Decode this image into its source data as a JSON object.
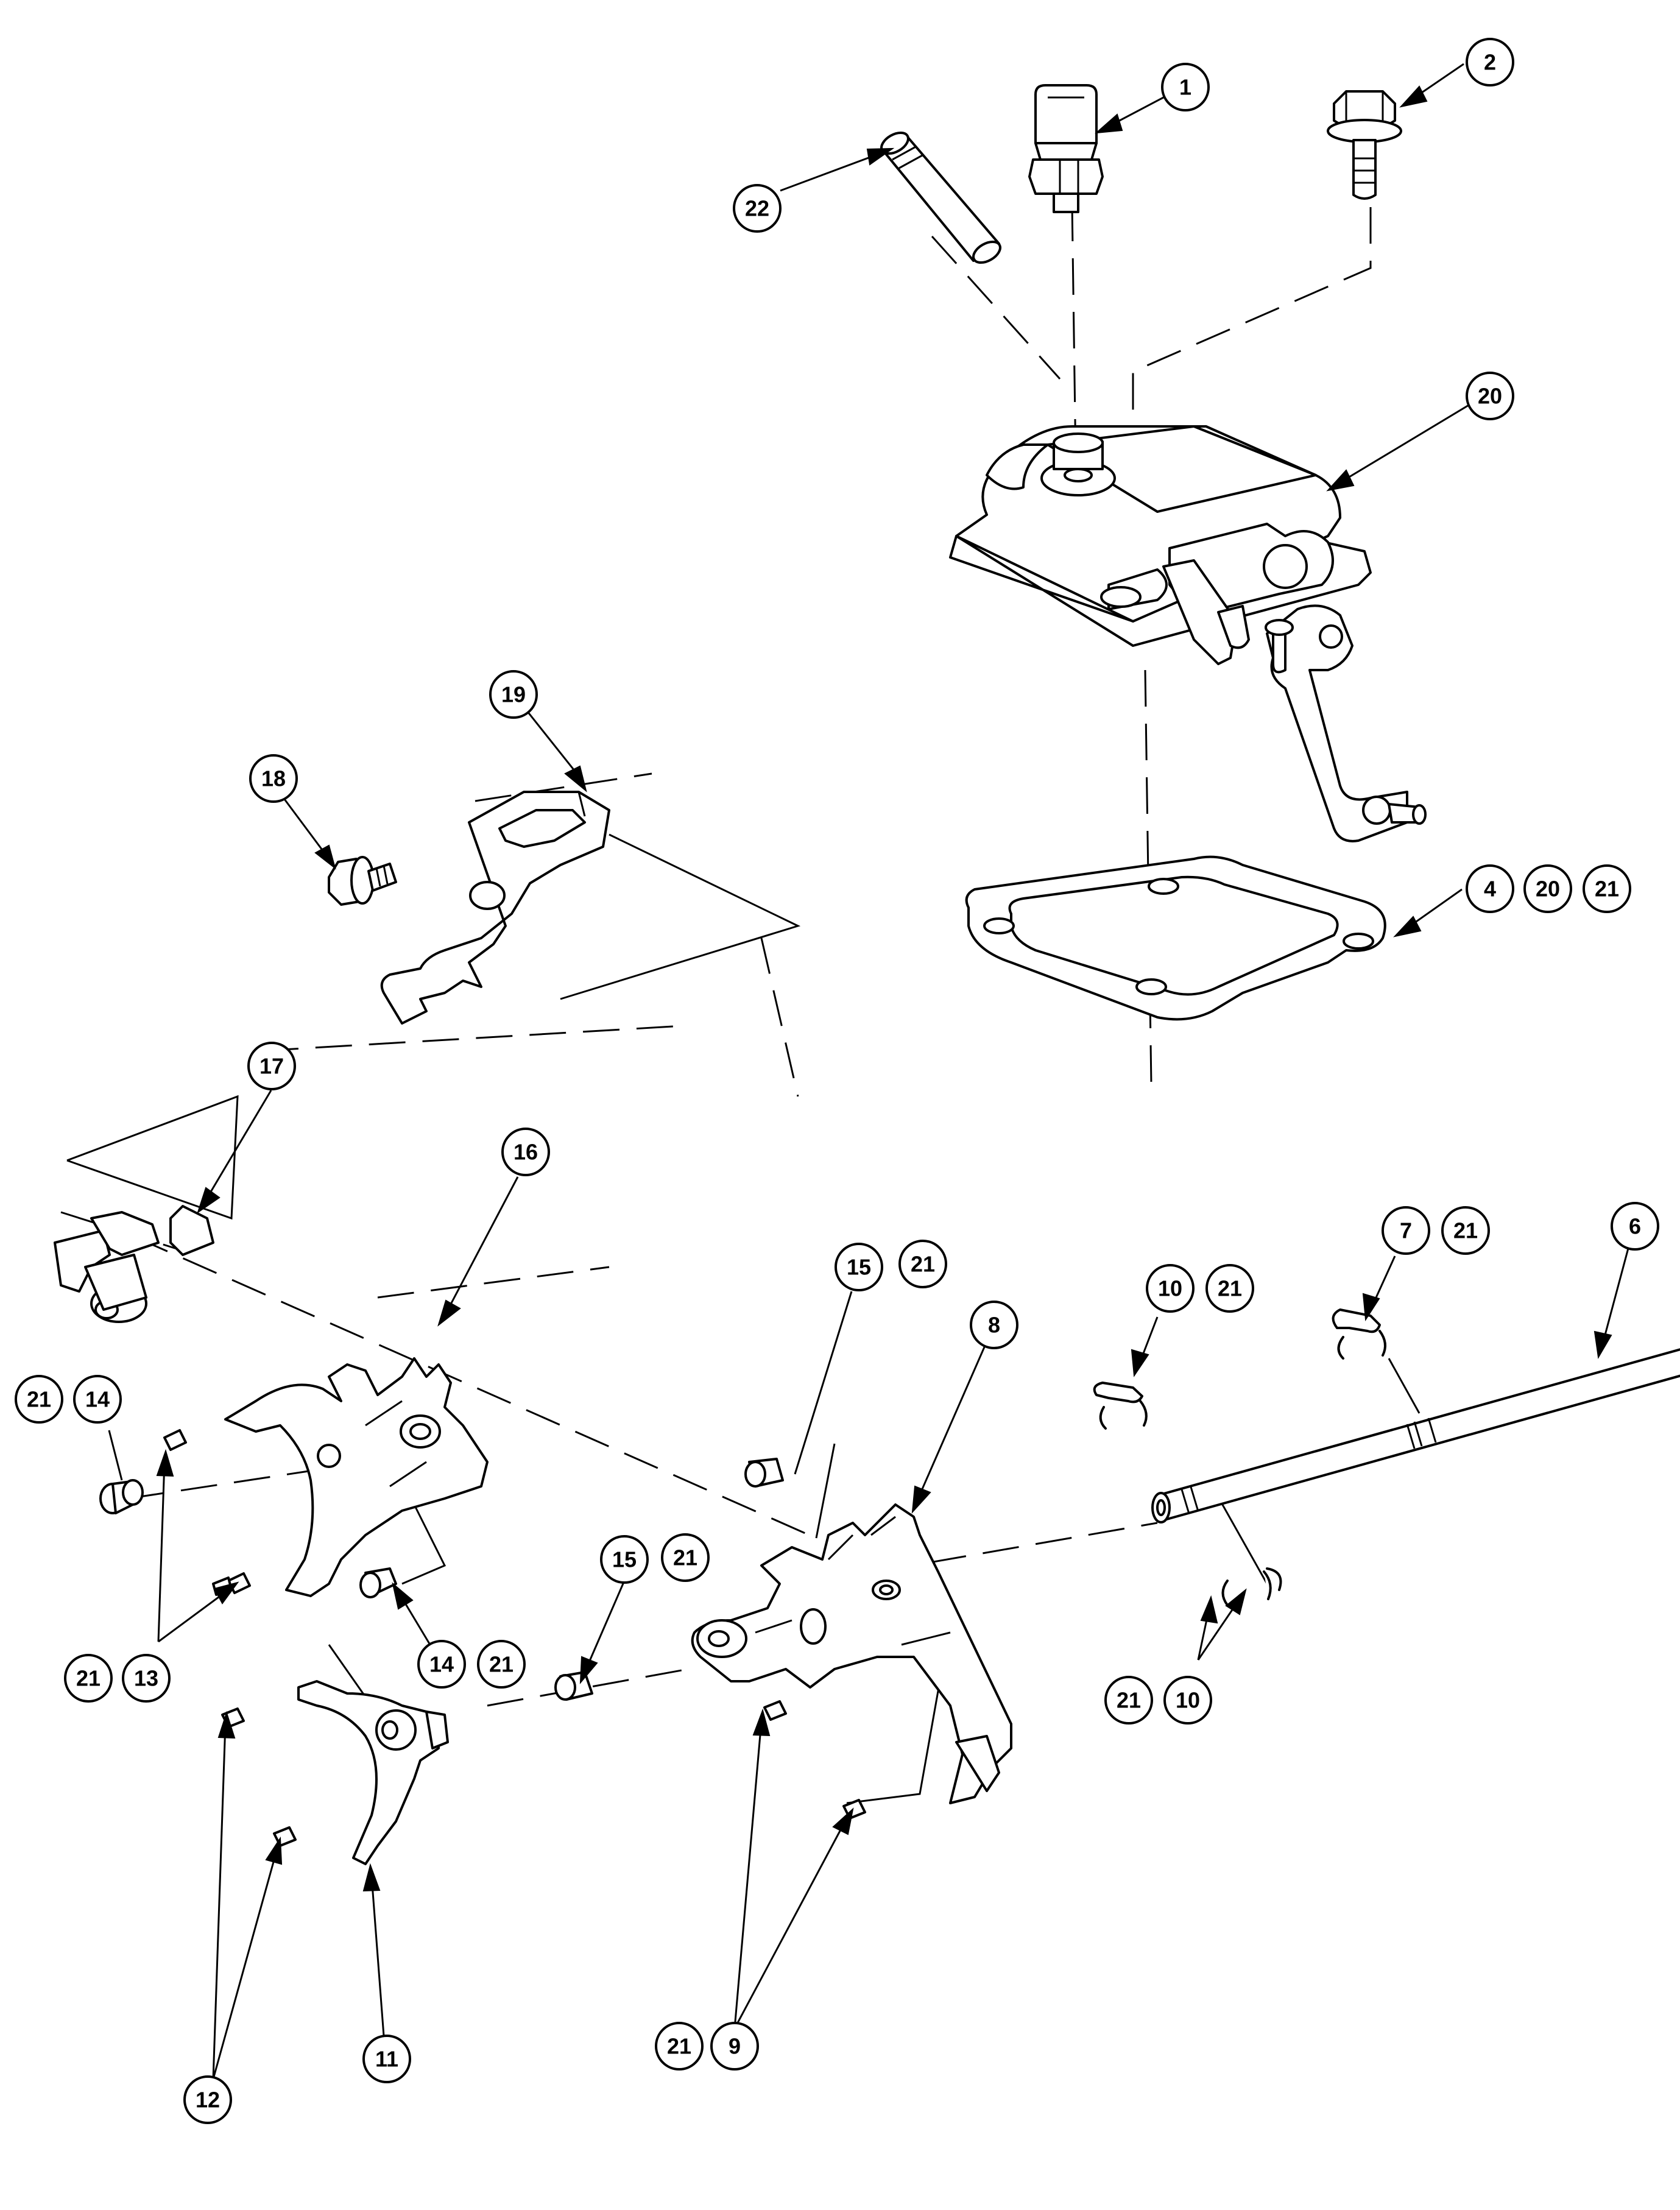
{
  "diagram": {
    "callouts": [
      {
        "id": "c1",
        "label": "1"
      },
      {
        "id": "c2",
        "label": "2"
      },
      {
        "id": "c22",
        "label": "22"
      },
      {
        "id": "c20",
        "label": "20"
      },
      {
        "id": "c19",
        "label": "19"
      },
      {
        "id": "c18",
        "label": "18"
      },
      {
        "id": "c4",
        "label": "4"
      },
      {
        "id": "c4-20",
        "label": "20"
      },
      {
        "id": "c4-21",
        "label": "21"
      },
      {
        "id": "c17",
        "label": "17"
      },
      {
        "id": "c16",
        "label": "16"
      },
      {
        "id": "c15a",
        "label": "15"
      },
      {
        "id": "c15a-21",
        "label": "21"
      },
      {
        "id": "c8",
        "label": "8"
      },
      {
        "id": "c10a",
        "label": "10"
      },
      {
        "id": "c10a-21",
        "label": "21"
      },
      {
        "id": "c7",
        "label": "7"
      },
      {
        "id": "c7-21",
        "label": "21"
      },
      {
        "id": "c6",
        "label": "6"
      },
      {
        "id": "c14a-21",
        "label": "21"
      },
      {
        "id": "c14a",
        "label": "14"
      },
      {
        "id": "c15b",
        "label": "15"
      },
      {
        "id": "c15b-21",
        "label": "21"
      },
      {
        "id": "c13-21",
        "label": "21"
      },
      {
        "id": "c13",
        "label": "13"
      },
      {
        "id": "c14b",
        "label": "14"
      },
      {
        "id": "c14b-21",
        "label": "21"
      },
      {
        "id": "c10b-21",
        "label": "21"
      },
      {
        "id": "c10b",
        "label": "10"
      },
      {
        "id": "c11",
        "label": "11"
      },
      {
        "id": "c12",
        "label": "12"
      },
      {
        "id": "c9-21",
        "label": "21"
      },
      {
        "id": "c9",
        "label": "9"
      }
    ]
  }
}
